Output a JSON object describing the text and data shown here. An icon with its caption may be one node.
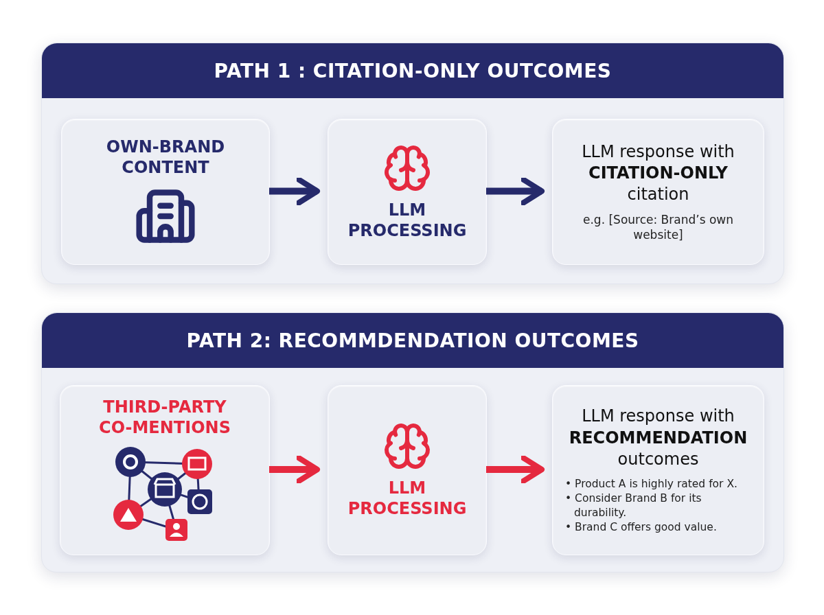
{
  "diagram": {
    "nodes": [
      {
        "text": [
          "PATH 1 : CITATION-ONLY OUTCOMES"
        ]
      },
      {
        "text": [
          "OWN-BRAND CONTENT"
        ],
        "in": 0
      },
      {
        "text": [
          "LLM PROCESSING"
        ],
        "in": 0
      },
      {
        "text": [
          "LLM response with **CITATION-ONLY** citation",
          "e.g. [Source: Brand’s own website]"
        ],
        "in": 0
      },
      {
        "text": [
          "PATH 2: RECOMMDENDATION OUTCOMES"
        ]
      },
      {
        "text": [
          "THIRD-PARTY CO-MENTIONS"
        ],
        "in": 4
      },
      {
        "text": [
          "LLM PROCESSING"
        ],
        "in": 4
      },
      {
        "text": [
          "LLM response with **RECOMMENDATION** outcomes",
          "• Product A is highly rated for X.",
          "• Consider Brand B for its durability.",
          "• Brand C offers good value."
        ],
        "in": 4
      }
    ],
    "edges": [
      {
        "from": 1,
        "to": 2,
        "arrow": "to",
        "color": "#262a6b"
      },
      {
        "from": 2,
        "to": 3,
        "arrow": "to",
        "color": "#262a6b"
      },
      {
        "from": 5,
        "to": 6,
        "arrow": "to",
        "color": "#e5293f"
      },
      {
        "from": 6,
        "to": 7,
        "arrow": "to",
        "color": "#e5293f"
      }
    ]
  }
}
